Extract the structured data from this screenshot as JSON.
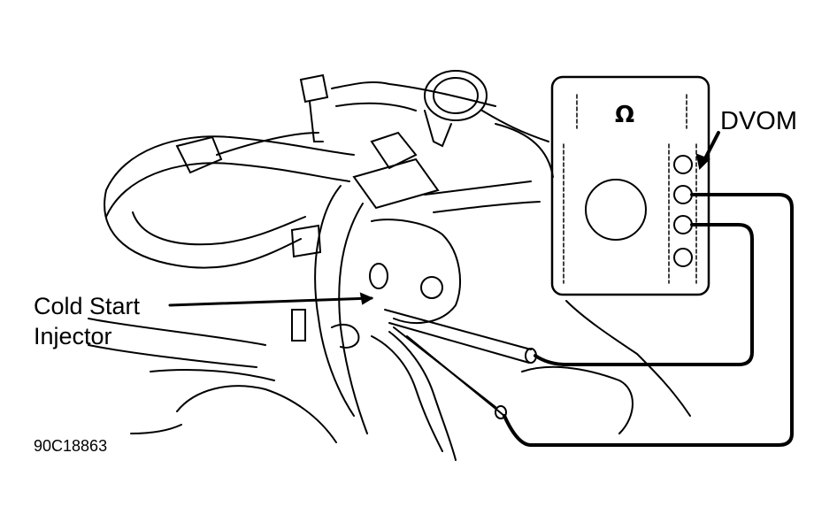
{
  "labels": {
    "meter": "DVOM",
    "meter_symbol": "Ω",
    "component_line1": "Cold Start",
    "component_line2": "Injector",
    "figure_id": "90C18863"
  }
}
